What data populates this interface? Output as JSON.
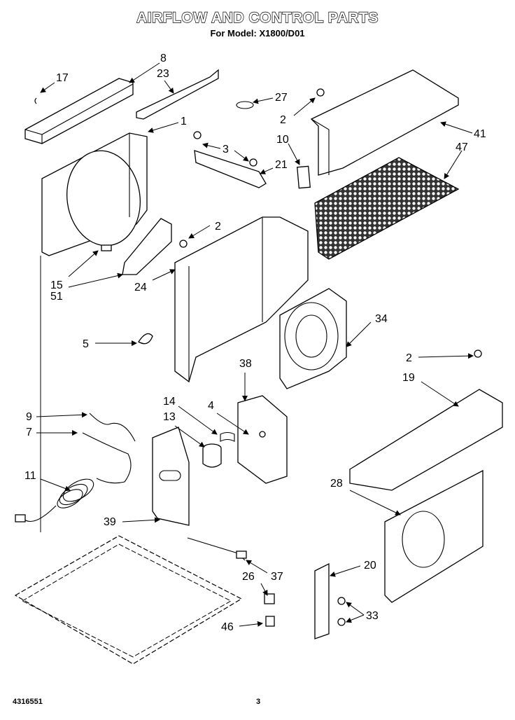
{
  "header": {
    "title": "AIRFLOW AND CONTROL PARTS",
    "subtitle": "For Model: X1800/D01"
  },
  "footer": {
    "doc_number": "4316551",
    "page_number": "3"
  },
  "callouts": [
    {
      "id": "c17",
      "label": "17"
    },
    {
      "id": "c8",
      "label": "8"
    },
    {
      "id": "c23",
      "label": "23"
    },
    {
      "id": "c1",
      "label": "1"
    },
    {
      "id": "c27",
      "label": "27"
    },
    {
      "id": "c3",
      "label": "3"
    },
    {
      "id": "c21",
      "label": "21"
    },
    {
      "id": "c2a",
      "label": "2"
    },
    {
      "id": "c10",
      "label": "10"
    },
    {
      "id": "c41",
      "label": "41"
    },
    {
      "id": "c47",
      "label": "47"
    },
    {
      "id": "c2b",
      "label": "2"
    },
    {
      "id": "c15",
      "label": "15"
    },
    {
      "id": "c51",
      "label": "51"
    },
    {
      "id": "c24",
      "label": "24"
    },
    {
      "id": "c34",
      "label": "34"
    },
    {
      "id": "c5",
      "label": "5"
    },
    {
      "id": "c38",
      "label": "38"
    },
    {
      "id": "c2c",
      "label": "2"
    },
    {
      "id": "c19",
      "label": "19"
    },
    {
      "id": "c14",
      "label": "14"
    },
    {
      "id": "c4",
      "label": "4"
    },
    {
      "id": "c9",
      "label": "9"
    },
    {
      "id": "c13",
      "label": "13"
    },
    {
      "id": "c7",
      "label": "7"
    },
    {
      "id": "c11",
      "label": "11"
    },
    {
      "id": "c28",
      "label": "28"
    },
    {
      "id": "c39",
      "label": "39"
    },
    {
      "id": "c20",
      "label": "20"
    },
    {
      "id": "c26",
      "label": "26"
    },
    {
      "id": "c37",
      "label": "37"
    },
    {
      "id": "c33",
      "label": "33"
    },
    {
      "id": "c46",
      "label": "46"
    }
  ]
}
